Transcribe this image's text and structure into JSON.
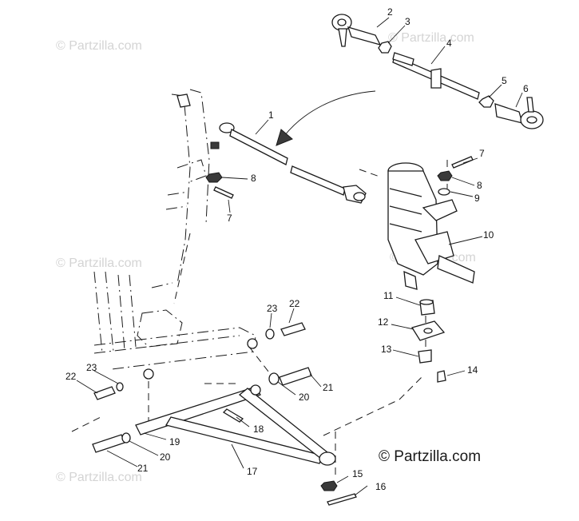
{
  "watermarks": [
    {
      "id": "wm-top-left",
      "text": "© Partzilla.com"
    },
    {
      "id": "wm-top-mid",
      "text": "© Partzilla.com"
    },
    {
      "id": "wm-mid-left",
      "text": "© Partzilla.com"
    },
    {
      "id": "wm-mid-right",
      "text": "© Partzilla.com"
    },
    {
      "id": "wm-bot-left",
      "text": "© Partzilla.com"
    },
    {
      "id": "wm-bot-right",
      "text": "© Partzilla.com"
    }
  ],
  "callouts": {
    "c1": "1",
    "c2": "2",
    "c3": "3",
    "c4": "4",
    "c5": "5",
    "c6": "6",
    "c7a": "7",
    "c7b": "7",
    "c8a": "8",
    "c8b": "8",
    "c9": "9",
    "c10": "10",
    "c11": "11",
    "c12": "12",
    "c13": "13",
    "c14": "14",
    "c15": "15",
    "c16": "16",
    "c17": "17",
    "c18": "18",
    "c19": "19",
    "c20a": "20",
    "c20b": "20",
    "c21a": "21",
    "c21b": "21",
    "c22a": "22",
    "c22b": "22",
    "c23a": "23",
    "c23b": "23"
  }
}
